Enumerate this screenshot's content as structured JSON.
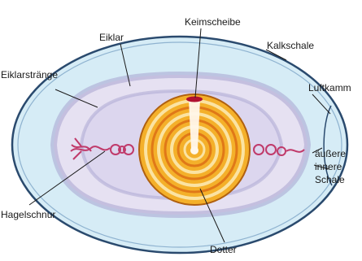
{
  "labels": {
    "keimscheibe": "Keimscheibe",
    "eiklar": "Eiklar",
    "kalkschale": "Kalkschale",
    "eiklarstraenge": "Eiklarstränge",
    "luftkammer": "Luftkamm",
    "aeussere": "äußere",
    "innere": "innere",
    "schale": "Schale",
    "hagelschnur": "Hagelschnur",
    "dotter": "Dotter"
  },
  "colors": {
    "shell_outline": "#2a4a6e",
    "shell_fill": "#d6ecf6",
    "albumen_ring": "#a8a4d0",
    "yolk_outer": "#f4b02a",
    "yolk_ring": "#e07818",
    "yolk_light": "#fbe3a2",
    "chalaza": "#c03a6a",
    "germinal_disc": "#b01030",
    "leader_line": "#1a1a1a"
  }
}
